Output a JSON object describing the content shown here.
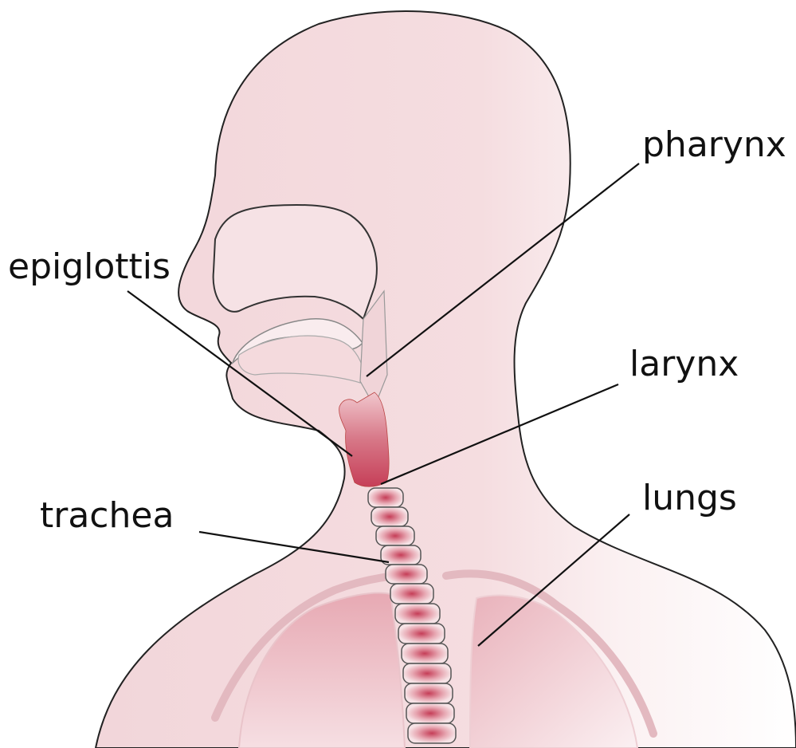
{
  "labels": {
    "pharynx": "pharynx",
    "epiglottis": "epiglottis",
    "larynx": "larynx",
    "lungs": "lungs",
    "trachea": "trachea"
  },
  "colors": {
    "skin_light": "#f7e6e8",
    "skin": "#f1d3d7",
    "lung": "#e7aeb7",
    "airway": "#c9485f",
    "outline": "#222222",
    "leader_line": "#111111"
  }
}
